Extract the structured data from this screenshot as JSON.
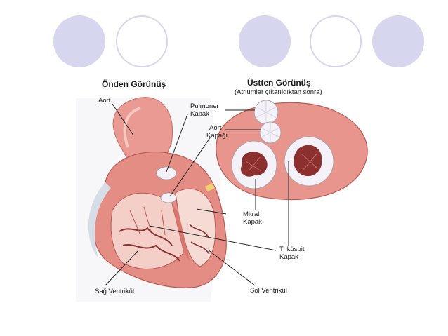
{
  "colors": {
    "circle_fill": "#d6d6ee",
    "heart_wall": "#e7938a",
    "heart_light": "#f6d4cc",
    "tissue_dark": "#8c2f2f",
    "valve_white": "#f4f2f8"
  },
  "front_view": {
    "title": "Önden Görünüş",
    "labels": {
      "aort": "Aort",
      "pulmoner_line1": "Pulmoner",
      "pulmoner_line2": "Kapak",
      "aort_kapak_line1": "Aort",
      "aort_kapak_line2": "Kapağı",
      "sag_ventrikul": "Sağ Ventrikül",
      "sol_ventrikul": "Sol Ventrikül"
    }
  },
  "top_view": {
    "title": "Üstten Görünüş",
    "subtitle": "(Atriumlar çıkarıldıktan sonra)",
    "labels": {
      "mitral_line1": "Mitral",
      "mitral_line2": "Kapak",
      "trikuspit_line1": "Triküspit",
      "trikuspit_line2": "Kapak"
    }
  }
}
